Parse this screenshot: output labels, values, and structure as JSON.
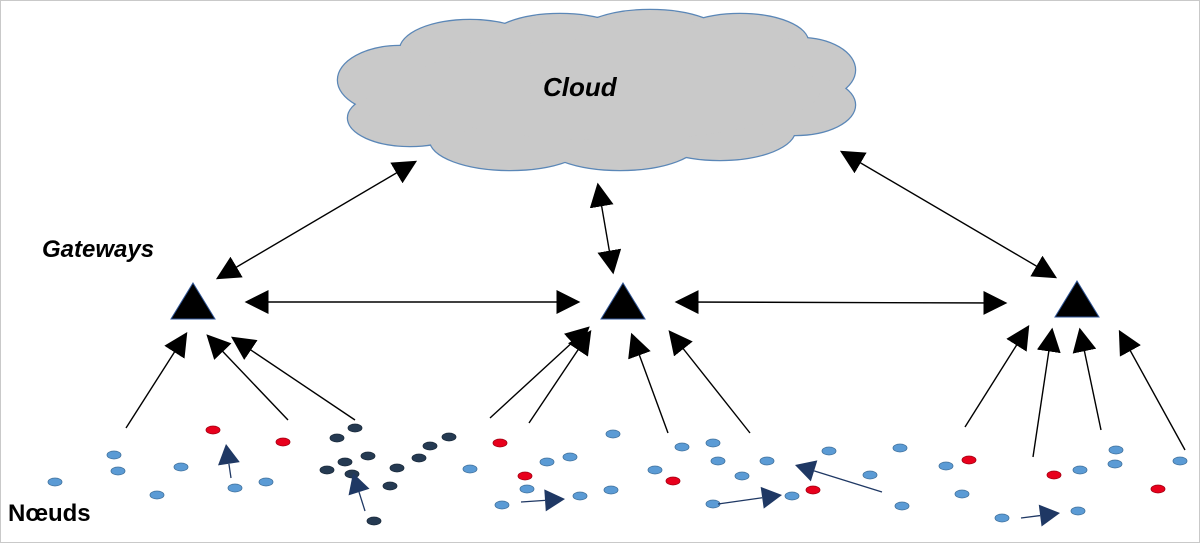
{
  "labels": {
    "cloud": "Cloud",
    "gateways": "Gateways",
    "nodes": "Nœuds"
  },
  "colors": {
    "cloud_fill": "#c9c9c9",
    "cloud_stroke": "#5b87b7",
    "gateway": "#000000",
    "node_normal": "#5b9bd5",
    "node_alert": "#e8001c",
    "node_dark": "#253a52",
    "mobile_arrow": "#1f3864",
    "link": "#000000"
  },
  "node_types": [
    "normal",
    "alert",
    "dark"
  ],
  "gateways": [
    "gateway-left",
    "gateway-center",
    "gateway-right"
  ]
}
